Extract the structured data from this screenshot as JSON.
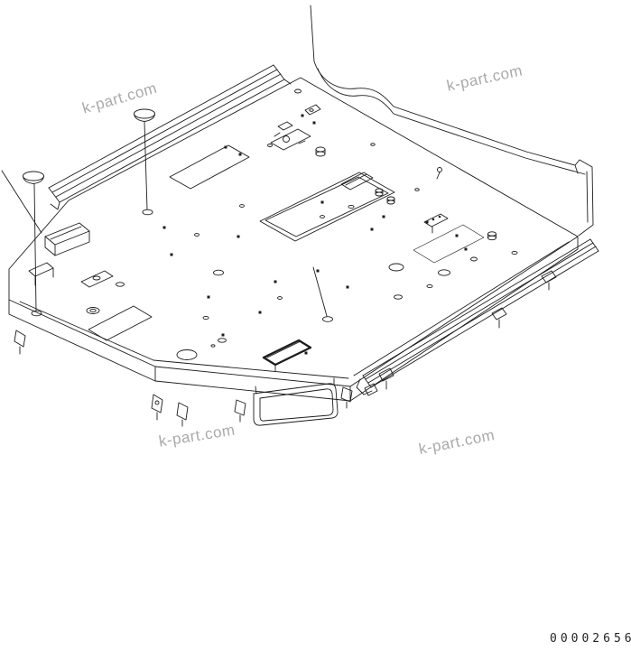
{
  "theme": {
    "background": "#ffffff",
    "line_color": "#1c1c1c",
    "watermark_color": "#9b9b9b",
    "part_number_color": "#222222"
  },
  "watermarks": [
    {
      "text": "k-part.com"
    },
    {
      "text": "k-part.com"
    },
    {
      "text": "k-part.com"
    },
    {
      "text": "k-part.com"
    }
  ],
  "part_number": {
    "text": "00002656"
  }
}
